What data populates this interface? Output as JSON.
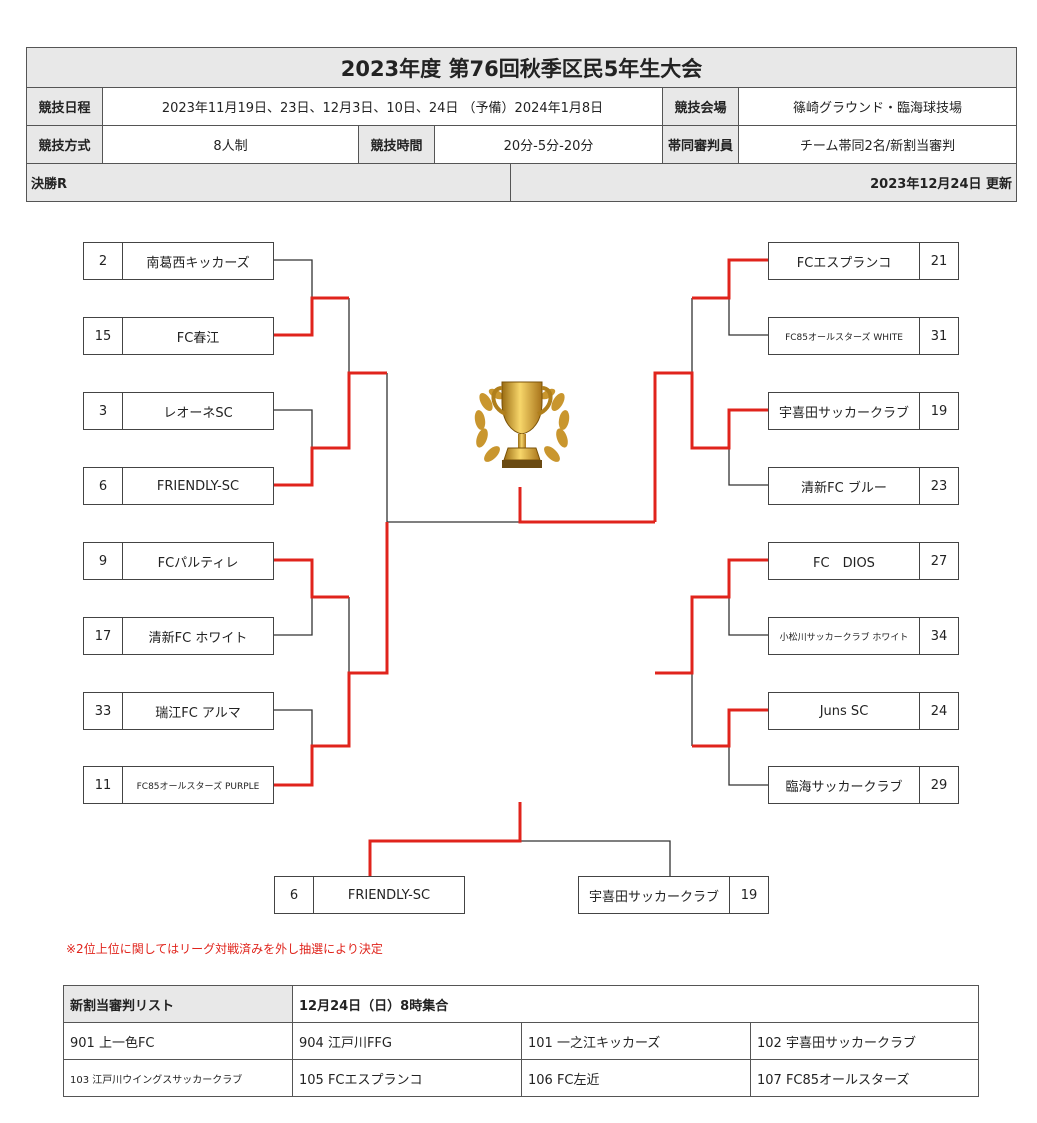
{
  "header": {
    "title": "2023年度 第76回秋季区民5年生大会",
    "date_label": "競技日程",
    "date_value": "2023年11月19日、23日、12月3日、10日、24日 （予備）2024年1月8日",
    "venue_label": "競技会場",
    "venue_value": "篠崎グラウンド・臨海球技場",
    "format_label": "競技方式",
    "format_value": "8人制",
    "time_label": "競技時間",
    "time_value": "20分-5分-20分",
    "ref_label": "帯同審判員",
    "ref_value": "チーム帯同2名/新割当審判",
    "round": "決勝R",
    "updated": "2023年12月24日 更新"
  },
  "left_teams": [
    {
      "seed": "2",
      "name": "南葛西キッカーズ"
    },
    {
      "seed": "15",
      "name": "FC春江"
    },
    {
      "seed": "3",
      "name": "レオーネSC"
    },
    {
      "seed": "6",
      "name": "FRIENDLY-SC"
    },
    {
      "seed": "9",
      "name": "FCパルティレ"
    },
    {
      "seed": "17",
      "name": "清新FC ホワイト"
    },
    {
      "seed": "33",
      "name": "瑞江FC アルマ"
    },
    {
      "seed": "11",
      "name": "FC85オールスターズ PURPLE"
    }
  ],
  "right_teams": [
    {
      "seed": "21",
      "name": "FCエスプランコ"
    },
    {
      "seed": "31",
      "name": "FC85オールスターズ WHITE"
    },
    {
      "seed": "19",
      "name": "宇喜田サッカークラブ"
    },
    {
      "seed": "23",
      "name": "清新FC ブルー"
    },
    {
      "seed": "27",
      "name": "FC　DIOS"
    },
    {
      "seed": "34",
      "name": "小松川サッカークラブ ホワイト"
    },
    {
      "seed": "24",
      "name": "Juns SC"
    },
    {
      "seed": "29",
      "name": "臨海サッカークラブ"
    }
  ],
  "final": {
    "left": {
      "seed": "6",
      "name": "FRIENDLY-SC"
    },
    "right": {
      "seed": "19",
      "name": "宇喜田サッカークラブ"
    }
  },
  "notice": "※2位上位に関してはリーグ対戦済みを外し抽選により決定",
  "referee": {
    "title": "新割当審判リスト",
    "meeting": "12月24日（日）8時集合",
    "items": [
      "901 上一色FC",
      "904 江戸川FFG",
      "101 一之江キッカーズ",
      "102 宇喜田サッカークラブ",
      "103 江戸川ウイングスサッカークラブ",
      "105 FCエスプランコ",
      "106 FC左近",
      "107 FC85オールスターズ"
    ]
  },
  "colors": {
    "winner_line": "#e0241c",
    "line": "#333333",
    "header_bg": "#e8e8e8"
  },
  "icons": {
    "trophy": "trophy-icon"
  }
}
